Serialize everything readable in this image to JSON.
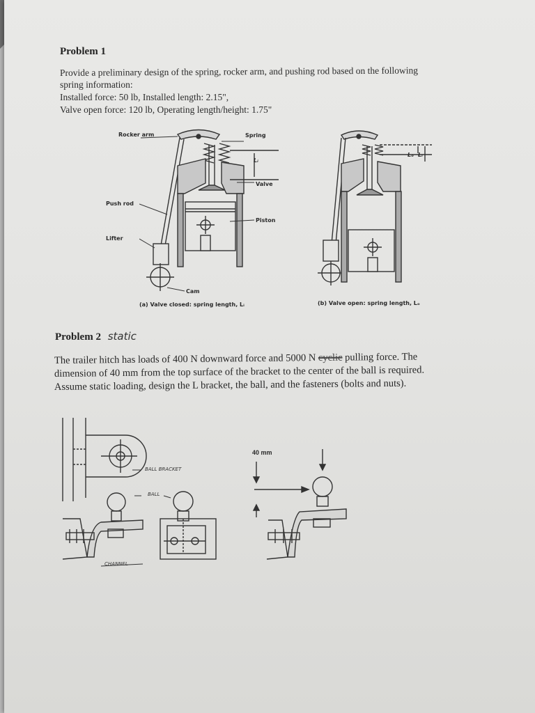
{
  "problem1": {
    "heading": "Problem 1",
    "line1": "Provide a preliminary design of the spring, rocker arm, and pushing rod based on the following",
    "line2": "spring information:",
    "line3": "Installed force: 50 lb, Installed length: 2.15\",",
    "line4": "Valve open force: 120 lb, Operating length/height: 1.75\"",
    "figure": {
      "labels": {
        "rocker_arm": "Rocker arm",
        "spring": "Spring",
        "li": "Lᵢ",
        "valve": "Valve",
        "push_rod": "Push rod",
        "piston": "Piston",
        "lifter": "Lifter",
        "cam": "Cam",
        "lo": "Lₒ",
        "li_b": "Lᵢ"
      },
      "caption_a": "(a) Valve closed: spring length, Lᵢ",
      "caption_b": "(b) Valve open: spring length, Lₒ"
    }
  },
  "problem2": {
    "heading": "Problem 2",
    "handnote": "static",
    "line1_a": "The trailer hitch has loads of 400 N downward force and 5000 N",
    "line1_strike": "cyclic",
    "line1_b": "pulling force.  The",
    "line2": "dimension of 40 mm from the top surface of the bracket to the center of the ball is required.",
    "line3": "Assume static loading, design the L bracket, the ball, and the fasteners (bolts and nuts).",
    "figure": {
      "dim": "40 mm",
      "ball_bracket": "BALL BRACKET",
      "ball": "BALL",
      "channel": "CHANNEL"
    }
  }
}
